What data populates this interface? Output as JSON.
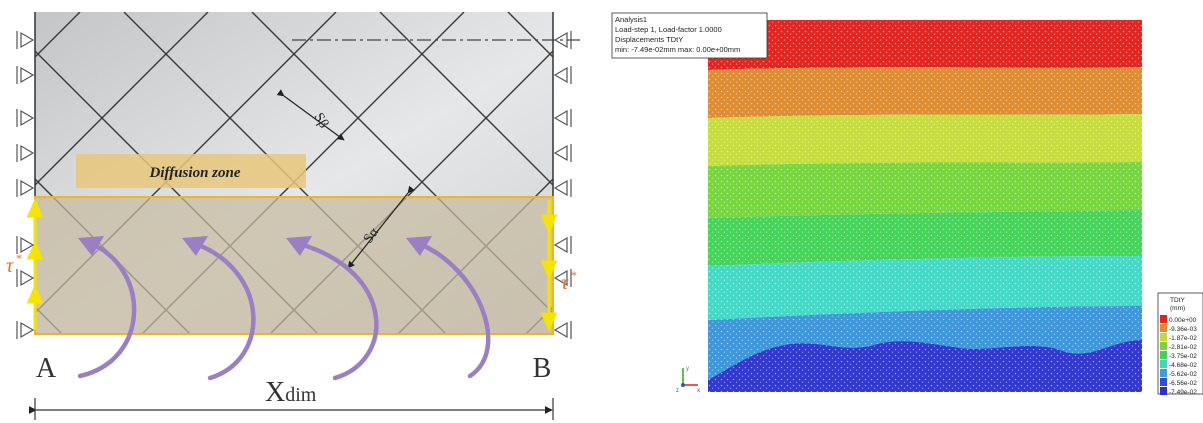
{
  "left_panel": {
    "diffusion_zone_label": "Diffusion zone",
    "label_sbeta": "Sβ",
    "label_salpha": "Sα",
    "tau_left": "τ",
    "tau_right": "τ",
    "tau_sup": "*",
    "point_a": "A",
    "point_b": "B",
    "xdim_main": "X",
    "xdim_sub": "dim",
    "colors": {
      "zone_fill": "#c9bfa6",
      "zone_border": "#f2b51c",
      "diffusion_box": "#e8c77a",
      "arrow_purple": "#9b7fc4",
      "shear_yellow": "#f5e400",
      "tau_orange": "#e07020"
    }
  },
  "right_panel": {
    "info_lines": [
      "Analysis1",
      "Load-step 1, Load-factor 1.0000",
      "Displacements TDtY",
      "min: -7.49e-02mm max: 0.00e+00mm"
    ],
    "legend_title": "TDtY",
    "legend_unit": "(mm)",
    "legend_values": [
      "0.00e+00",
      "-9.36e-03",
      "-1.87e-02",
      "-2.81e-02",
      "-3.75e-02",
      "-4.68e-02",
      "-5.62e-02",
      "-6.56e-02",
      "-7.49e-02"
    ],
    "legend_colors": [
      "#e3241f",
      "#e08a2c",
      "#c4d83a",
      "#7fd33a",
      "#44d157",
      "#3fd6c0",
      "#3b9ee0",
      "#2f4bd8",
      "#2a2fd0"
    ],
    "band_colors": [
      "#e3241f",
      "#df8d32",
      "#c6dd3c",
      "#77d63d",
      "#45d35a",
      "#42d9c6",
      "#3d97dc",
      "#3137d2"
    ],
    "triad": {
      "y": "y",
      "x": "x",
      "z": "z"
    }
  }
}
